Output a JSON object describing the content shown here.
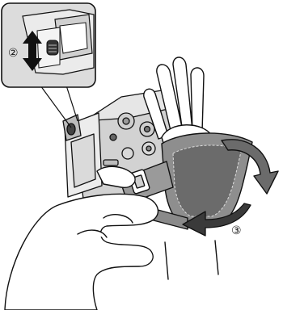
{
  "illustration": {
    "steps": {
      "inset_step": "②",
      "main_step": "③"
    },
    "colors": {
      "ink": "#111111",
      "strap_gray": "#8e8e8e",
      "strap_dark": "#6b6b6b",
      "camera_light": "#e4e4e4",
      "camera_mid": "#c6c6c6",
      "inset_bg": "#dcdcdc"
    },
    "icons": {
      "inset_arrow": "double-vertical-arrow",
      "strap_arrow": "curved-arrow",
      "step_arrow": "curved-arrow-left"
    }
  }
}
